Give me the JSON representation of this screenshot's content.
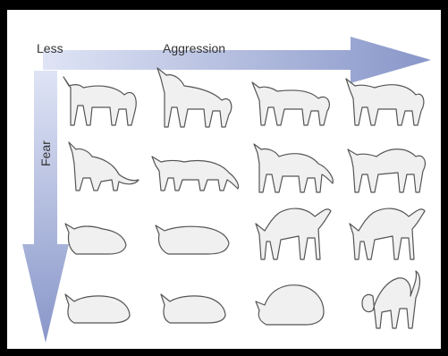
{
  "diagram": {
    "corner_label": "Less",
    "horizontal_axis_label": "Aggression",
    "vertical_axis_label": "Fear",
    "colors": {
      "arrow_light": "#dfe4f5",
      "arrow_dark": "#8896c9",
      "cat_fill": "#f0f0f0",
      "cat_stroke": "#555555",
      "frame": "#000000"
    },
    "grid": {
      "rows": 4,
      "columns": 4
    },
    "cats": [
      {
        "row": 1,
        "col": 1,
        "posture": "neutral-stand",
        "icon": "cat-standing-icon"
      },
      {
        "row": 1,
        "col": 2,
        "posture": "alert-stand",
        "icon": "cat-standing-icon"
      },
      {
        "row": 1,
        "col": 3,
        "posture": "stalking-stand",
        "icon": "cat-standing-icon"
      },
      {
        "row": 1,
        "col": 4,
        "posture": "offensive-stand",
        "icon": "cat-standing-icon"
      },
      {
        "row": 2,
        "col": 1,
        "posture": "mild-fear-sit",
        "icon": "cat-sitting-icon"
      },
      {
        "row": 2,
        "col": 2,
        "posture": "low-walk",
        "icon": "cat-standing-icon"
      },
      {
        "row": 2,
        "col": 3,
        "posture": "lowered-stand",
        "icon": "cat-standing-icon"
      },
      {
        "row": 2,
        "col": 4,
        "posture": "raised-rear-stand",
        "icon": "cat-standing-icon"
      },
      {
        "row": 3,
        "col": 1,
        "posture": "crouch",
        "icon": "cat-crouching-icon"
      },
      {
        "row": 3,
        "col": 2,
        "posture": "low-crouch",
        "icon": "cat-crouching-icon"
      },
      {
        "row": 3,
        "col": 3,
        "posture": "arched-back",
        "icon": "cat-arched-icon"
      },
      {
        "row": 3,
        "col": 4,
        "posture": "arched-back",
        "icon": "cat-arched-icon"
      },
      {
        "row": 4,
        "col": 1,
        "posture": "flat-crouch",
        "icon": "cat-crouching-icon"
      },
      {
        "row": 4,
        "col": 2,
        "posture": "flat-crouch",
        "icon": "cat-crouching-icon"
      },
      {
        "row": 4,
        "col": 3,
        "posture": "defensive-crouch",
        "icon": "cat-crouching-icon"
      },
      {
        "row": 4,
        "col": 4,
        "posture": "defensive-arch-hiss",
        "icon": "cat-arched-icon"
      }
    ]
  }
}
